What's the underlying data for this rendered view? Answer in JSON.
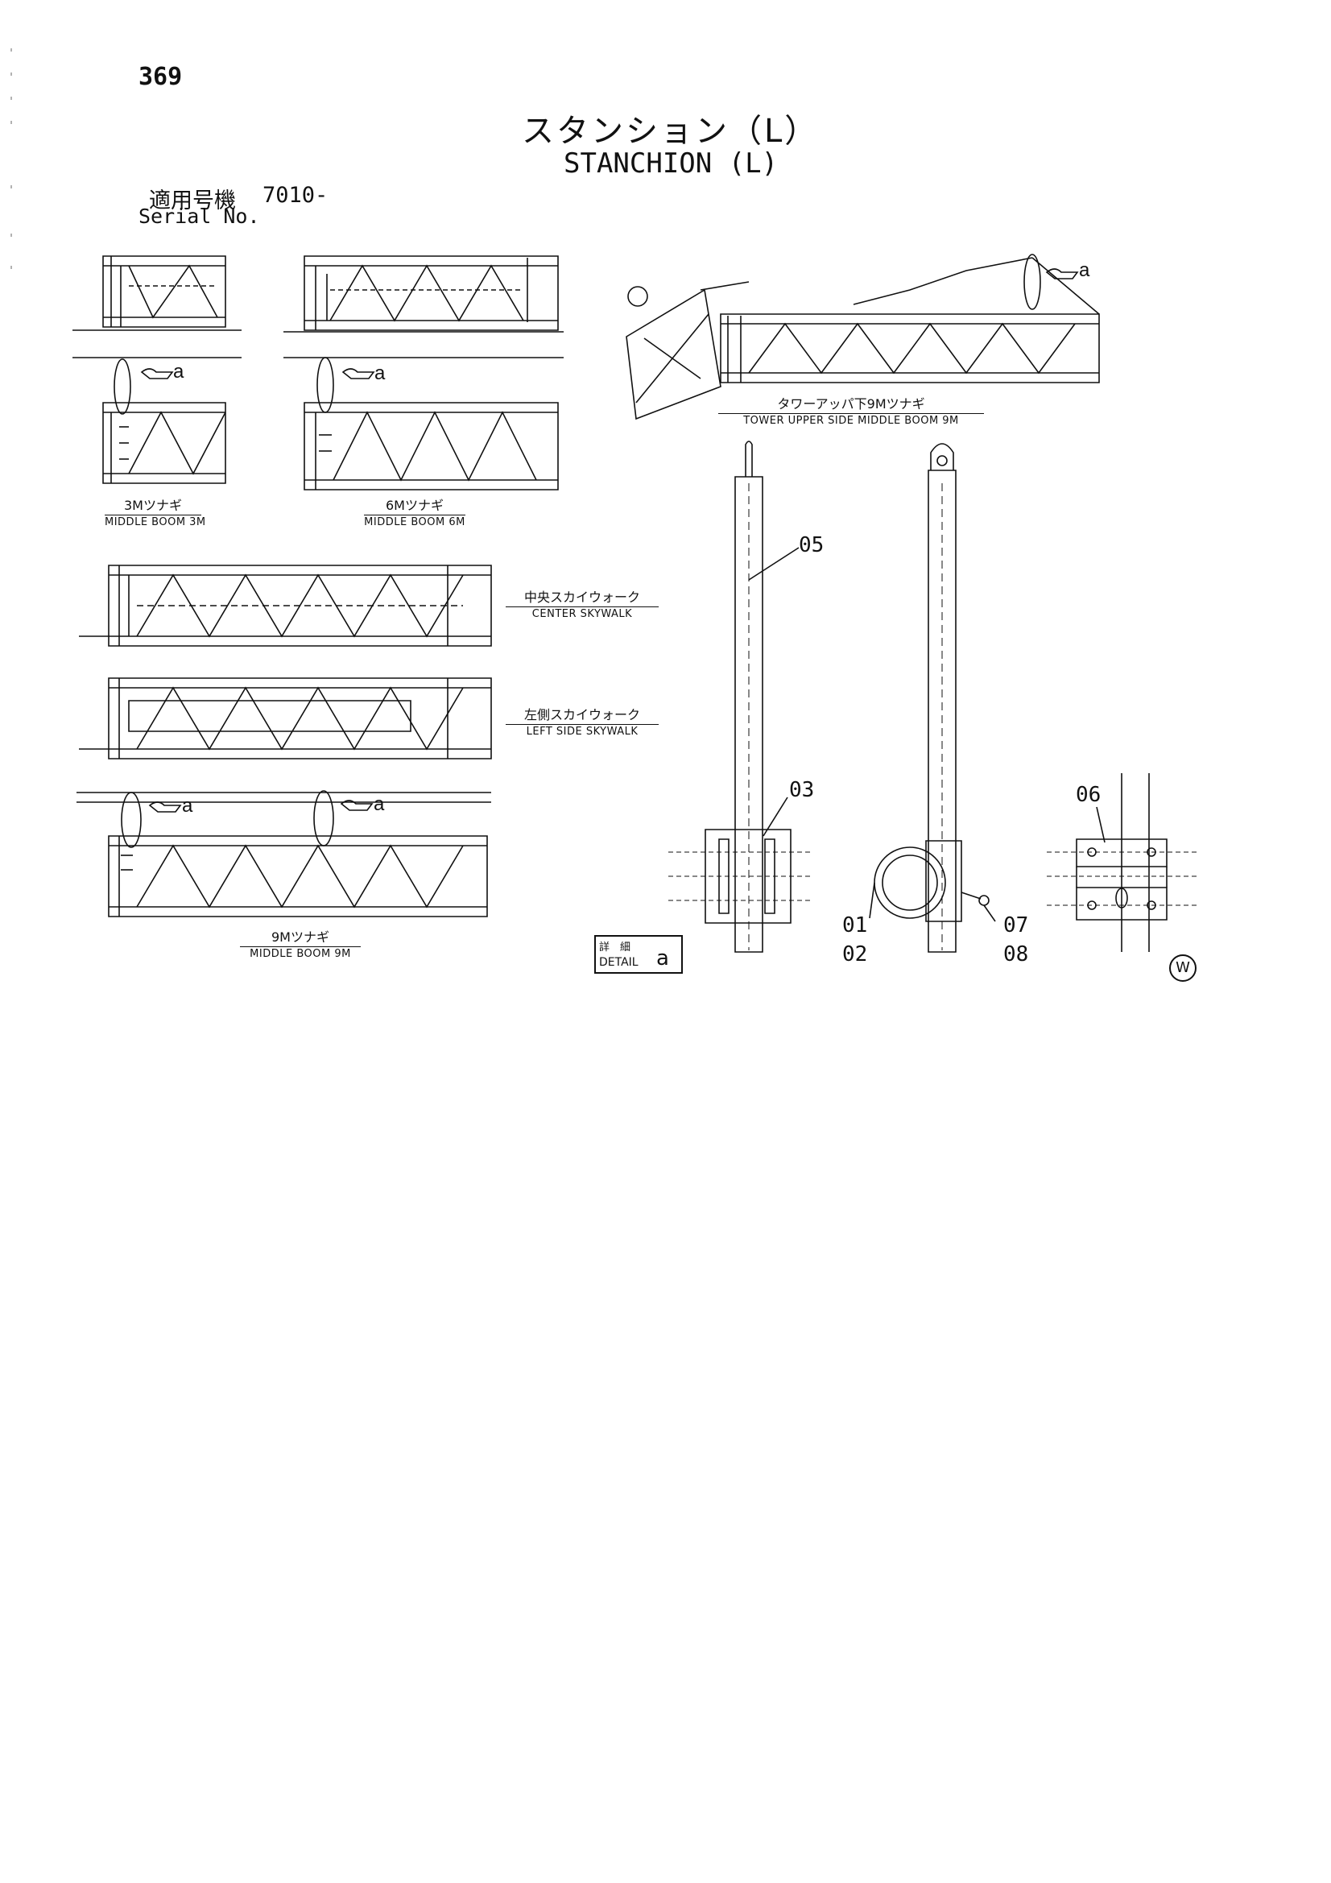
{
  "header": {
    "page_number": "369",
    "title_jp": "スタンション（L）",
    "title_en": "STANCHION (L)",
    "serial_label_jp": "適用号機",
    "serial_value": "7010-",
    "serial_label_en": "Serial No."
  },
  "captions": {
    "boom_3m": {
      "jp": "3Mツナギ",
      "en": "MIDDLE BOOM 3M"
    },
    "boom_6m": {
      "jp": "6Mツナギ",
      "en": "MIDDLE BOOM 6M"
    },
    "tower_upper": {
      "jp": "タワーアッパ下9Mツナギ",
      "en": "TOWER UPPER SIDE MIDDLE BOOM 9M"
    },
    "center_skywalk": {
      "jp": "中央スカイウォーク",
      "en": "CENTER SKYWALK"
    },
    "left_skywalk": {
      "jp": "左側スカイウォーク",
      "en": "LEFT SIDE SKYWALK"
    },
    "boom_9m": {
      "jp": "9Mツナギ",
      "en": "MIDDLE BOOM 9M"
    }
  },
  "detail_label": {
    "jp": "詳　細",
    "en": "DETAIL",
    "letter": "a"
  },
  "detail_marker": "a",
  "part_numbers": [
    "01",
    "02",
    "03",
    "05",
    "06",
    "07",
    "08"
  ],
  "watermark": "W"
}
